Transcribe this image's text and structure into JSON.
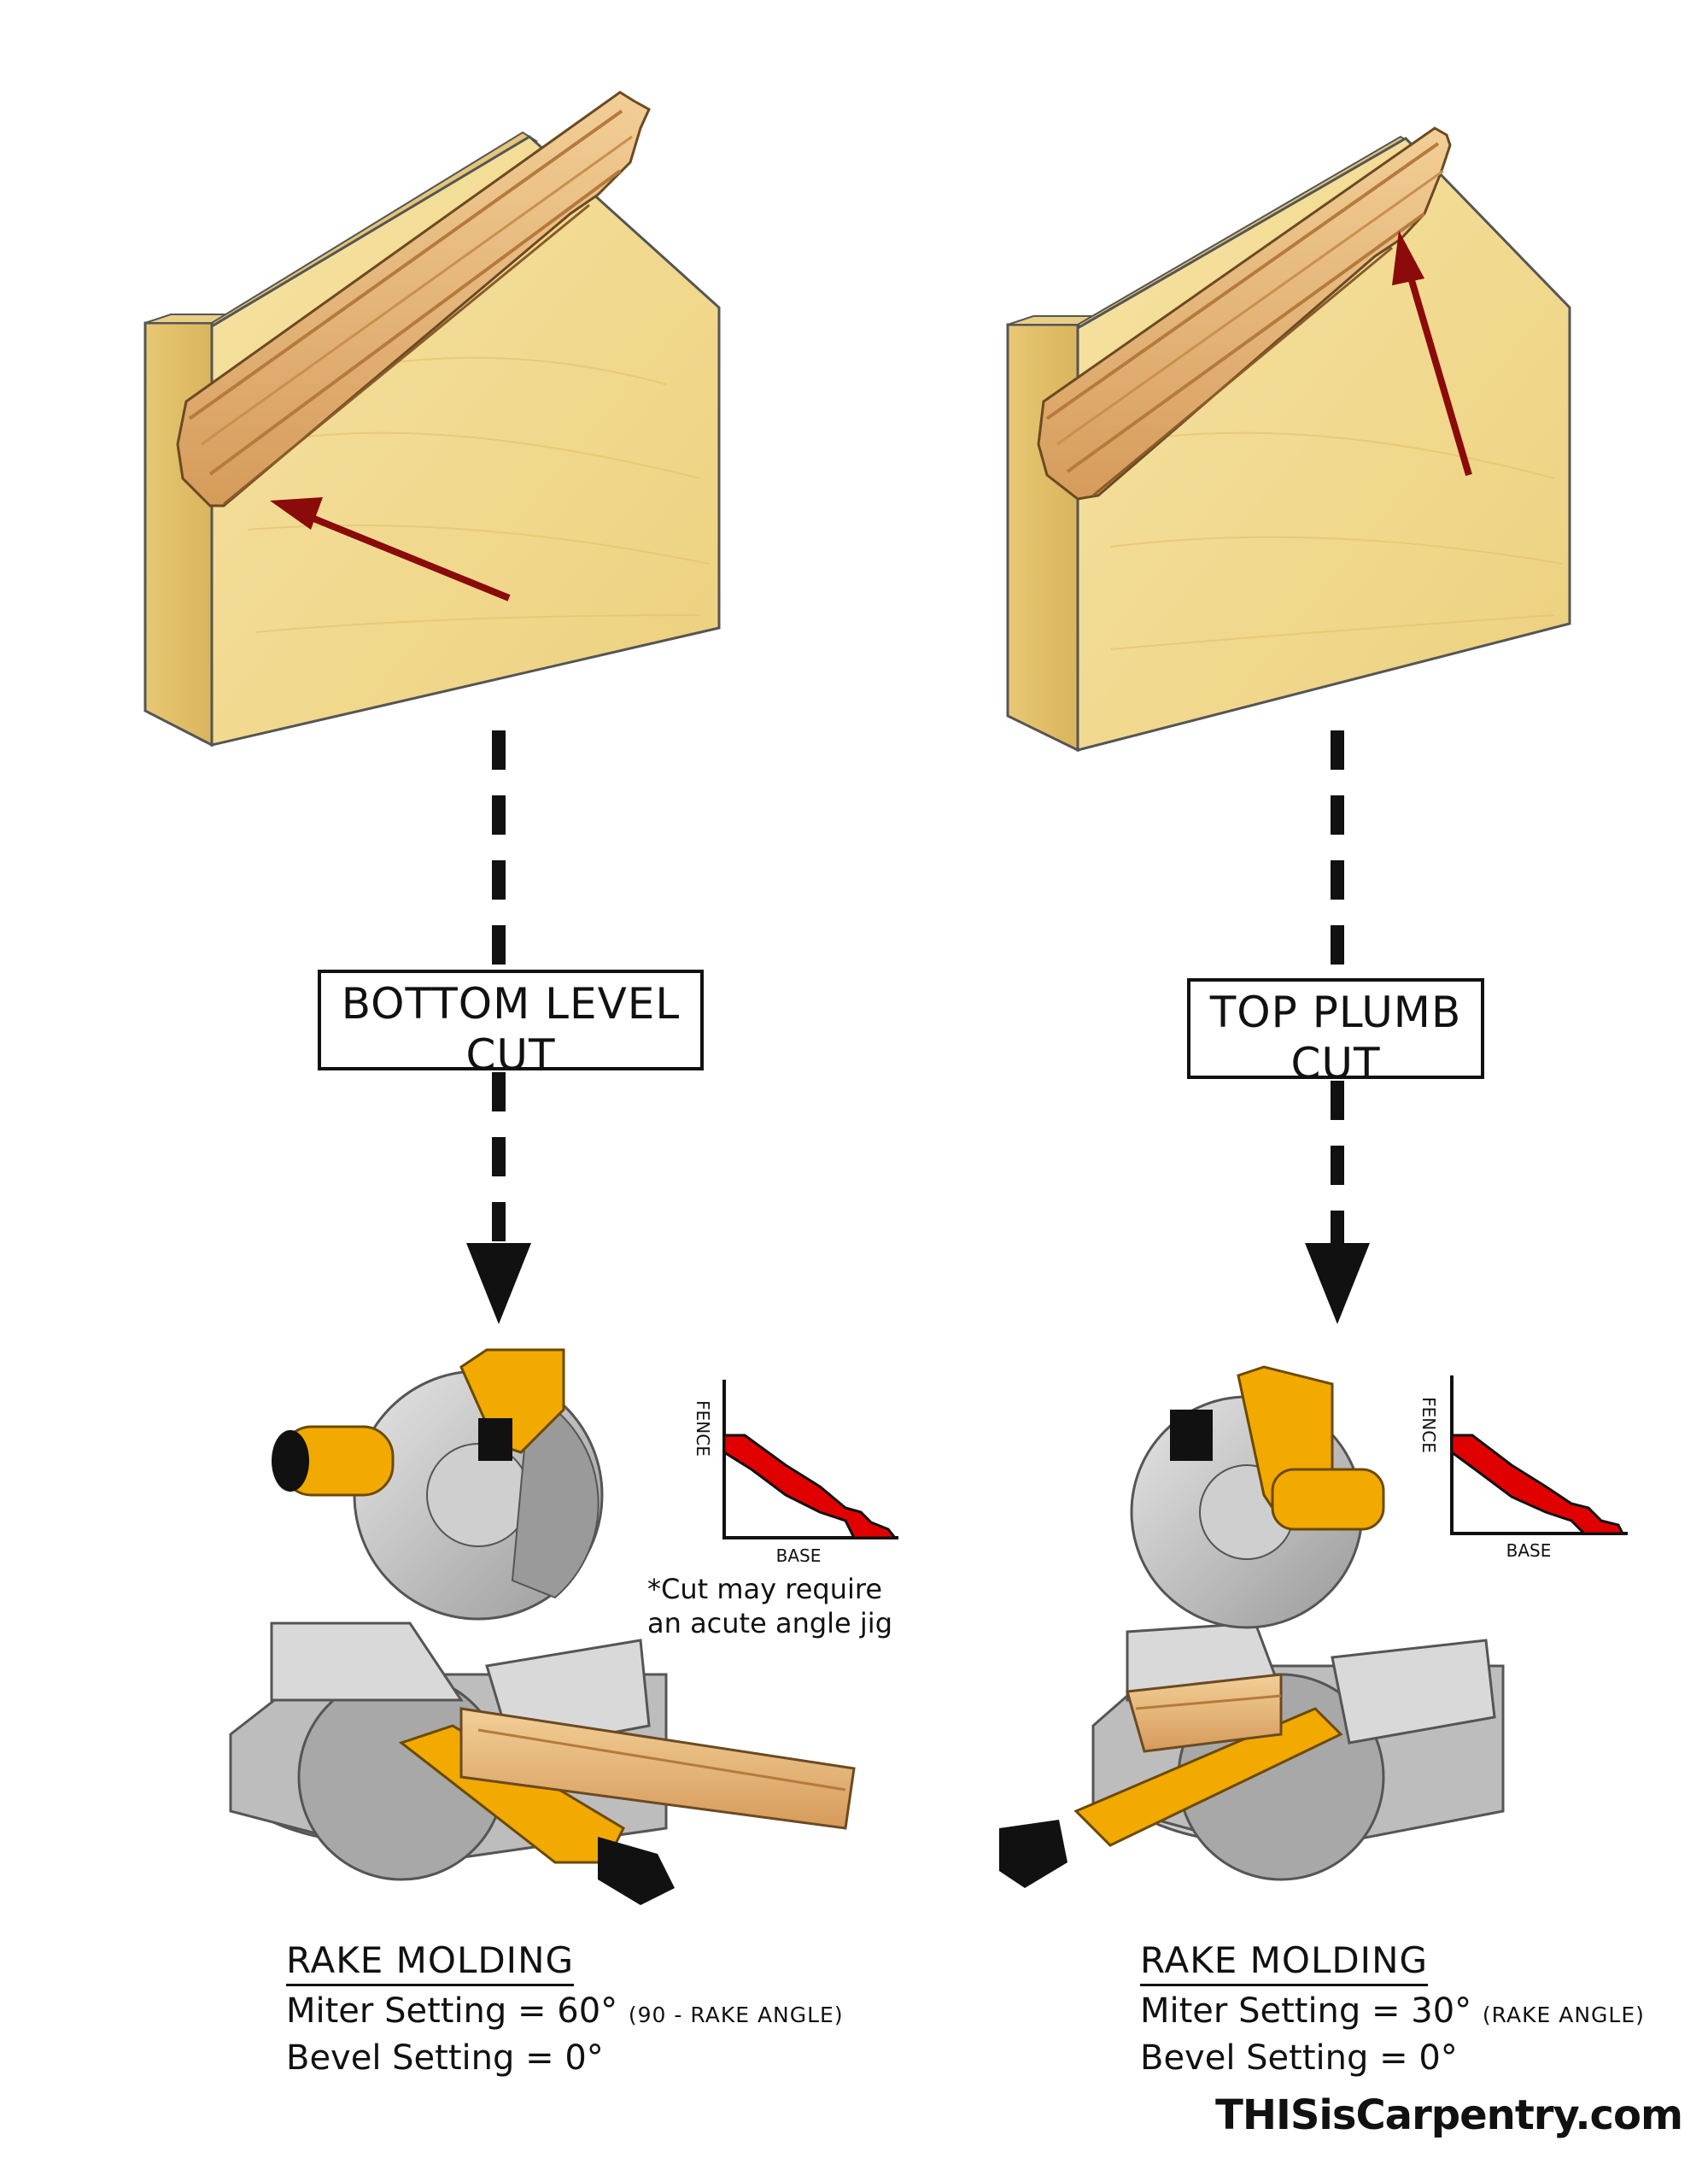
{
  "left": {
    "cut_label_line1": "BOTTOM LEVEL",
    "cut_label_line2": "CUT",
    "profile_fence_label": "FENCE",
    "profile_base_label": "BASE",
    "note_line1": "*Cut may require",
    "note_line2": "an acute angle jig",
    "heading": "RAKE MOLDING",
    "miter_text": "Miter Setting = 60°",
    "miter_note": "(90 - RAKE ANGLE)",
    "bevel_text": "Bevel Setting = 0°"
  },
  "right": {
    "cut_label_line1": "TOP PLUMB",
    "cut_label_line2": "CUT",
    "profile_fence_label": "FENCE",
    "profile_base_label": "BASE",
    "heading": "RAKE MOLDING",
    "miter_text": "Miter Setting = 30°",
    "miter_note": "(RAKE ANGLE)",
    "bevel_text": "Bevel Setting = 0°"
  },
  "brand": "THISisCarpentry.com",
  "colors": {
    "wood": "#f2d98c",
    "molding": "#e8b878",
    "arrow": "#8b0a0a",
    "saw_yellow": "#f2a900",
    "profile_red": "#e00000"
  },
  "icons": [
    "miter-saw-icon",
    "crown-molding-icon",
    "pointer-arrow-icon",
    "down-arrow-icon"
  ]
}
